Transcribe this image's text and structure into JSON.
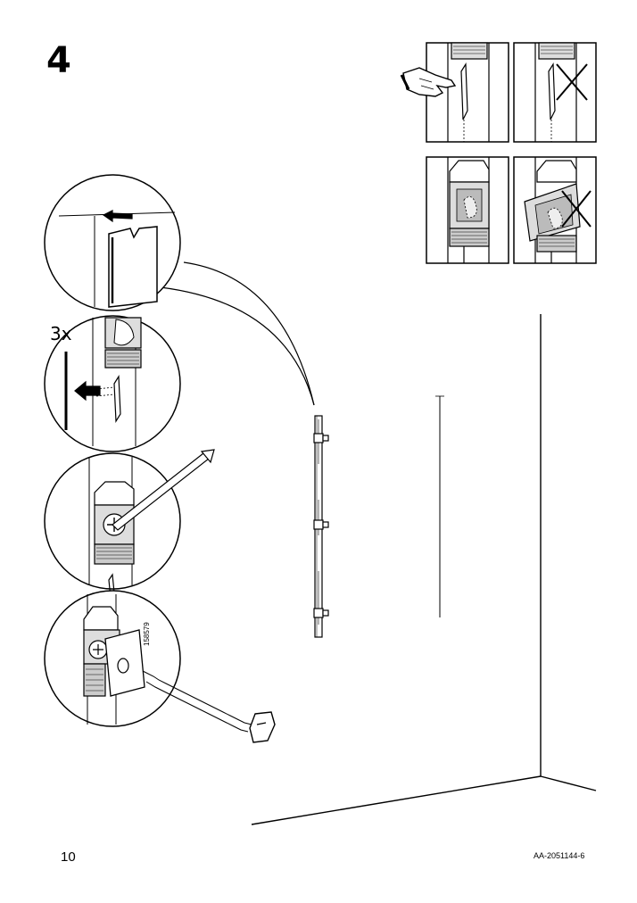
{
  "step": {
    "number": "4"
  },
  "detail": {
    "repeat_count": "3x",
    "part_number": "158579"
  },
  "footer": {
    "page_number": "10",
    "document_code": "AA-2051144-6"
  },
  "icons": [
    "hand-pointing-icon",
    "cross-icon",
    "arrow-left-icon",
    "screwdriver-icon",
    "screw-icon"
  ]
}
